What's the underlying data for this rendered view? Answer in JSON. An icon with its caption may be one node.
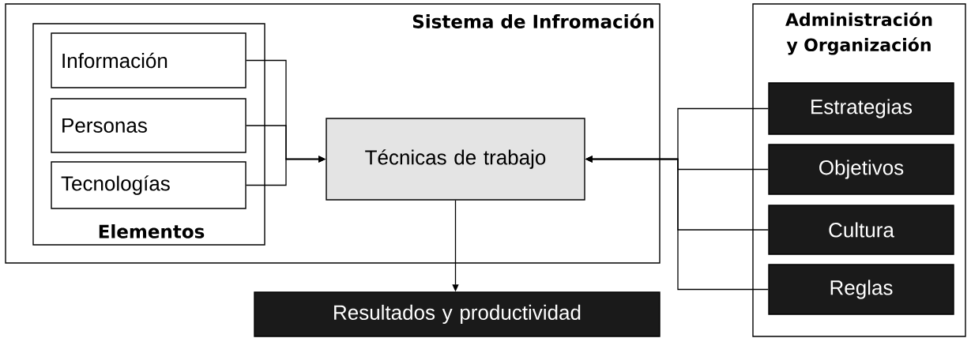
{
  "diagram": {
    "nodes": [
      {
        "text": [
          "Sistema de Infromación"
        ]
      },
      {
        "text": [
          "Elementos"
        ],
        "in": 0
      },
      {
        "text": [
          "Información"
        ],
        "in": 1
      },
      {
        "text": [
          "Personas"
        ],
        "in": 1
      },
      {
        "text": [
          "Tecnologías"
        ],
        "in": 1
      },
      {
        "text": [
          "Técnicas de trabajo"
        ],
        "in": 0
      },
      {
        "text": [
          "Resultados y productividad"
        ]
      },
      {
        "text": [
          "Administración y Organización"
        ]
      },
      {
        "text": [
          "Estrategias"
        ],
        "in": 7
      },
      {
        "text": [
          "Objetivos"
        ],
        "in": 7
      },
      {
        "text": [
          "Cultura"
        ],
        "in": 7
      },
      {
        "text": [
          "Reglas"
        ],
        "in": 7
      }
    ],
    "edges": [
      {
        "from": 2,
        "to": 5,
        "arrow": "to"
      },
      {
        "from": 3,
        "to": 5,
        "arrow": "to"
      },
      {
        "from": 4,
        "to": 5,
        "arrow": "to"
      },
      {
        "from": 5,
        "to": 6,
        "arrow": "to"
      },
      {
        "from": 8,
        "to": 5,
        "arrow": "to"
      },
      {
        "from": 9,
        "to": 5,
        "arrow": "to"
      },
      {
        "from": 10,
        "to": 5,
        "arrow": "to"
      },
      {
        "from": 11,
        "to": 5,
        "arrow": "to"
      }
    ]
  }
}
